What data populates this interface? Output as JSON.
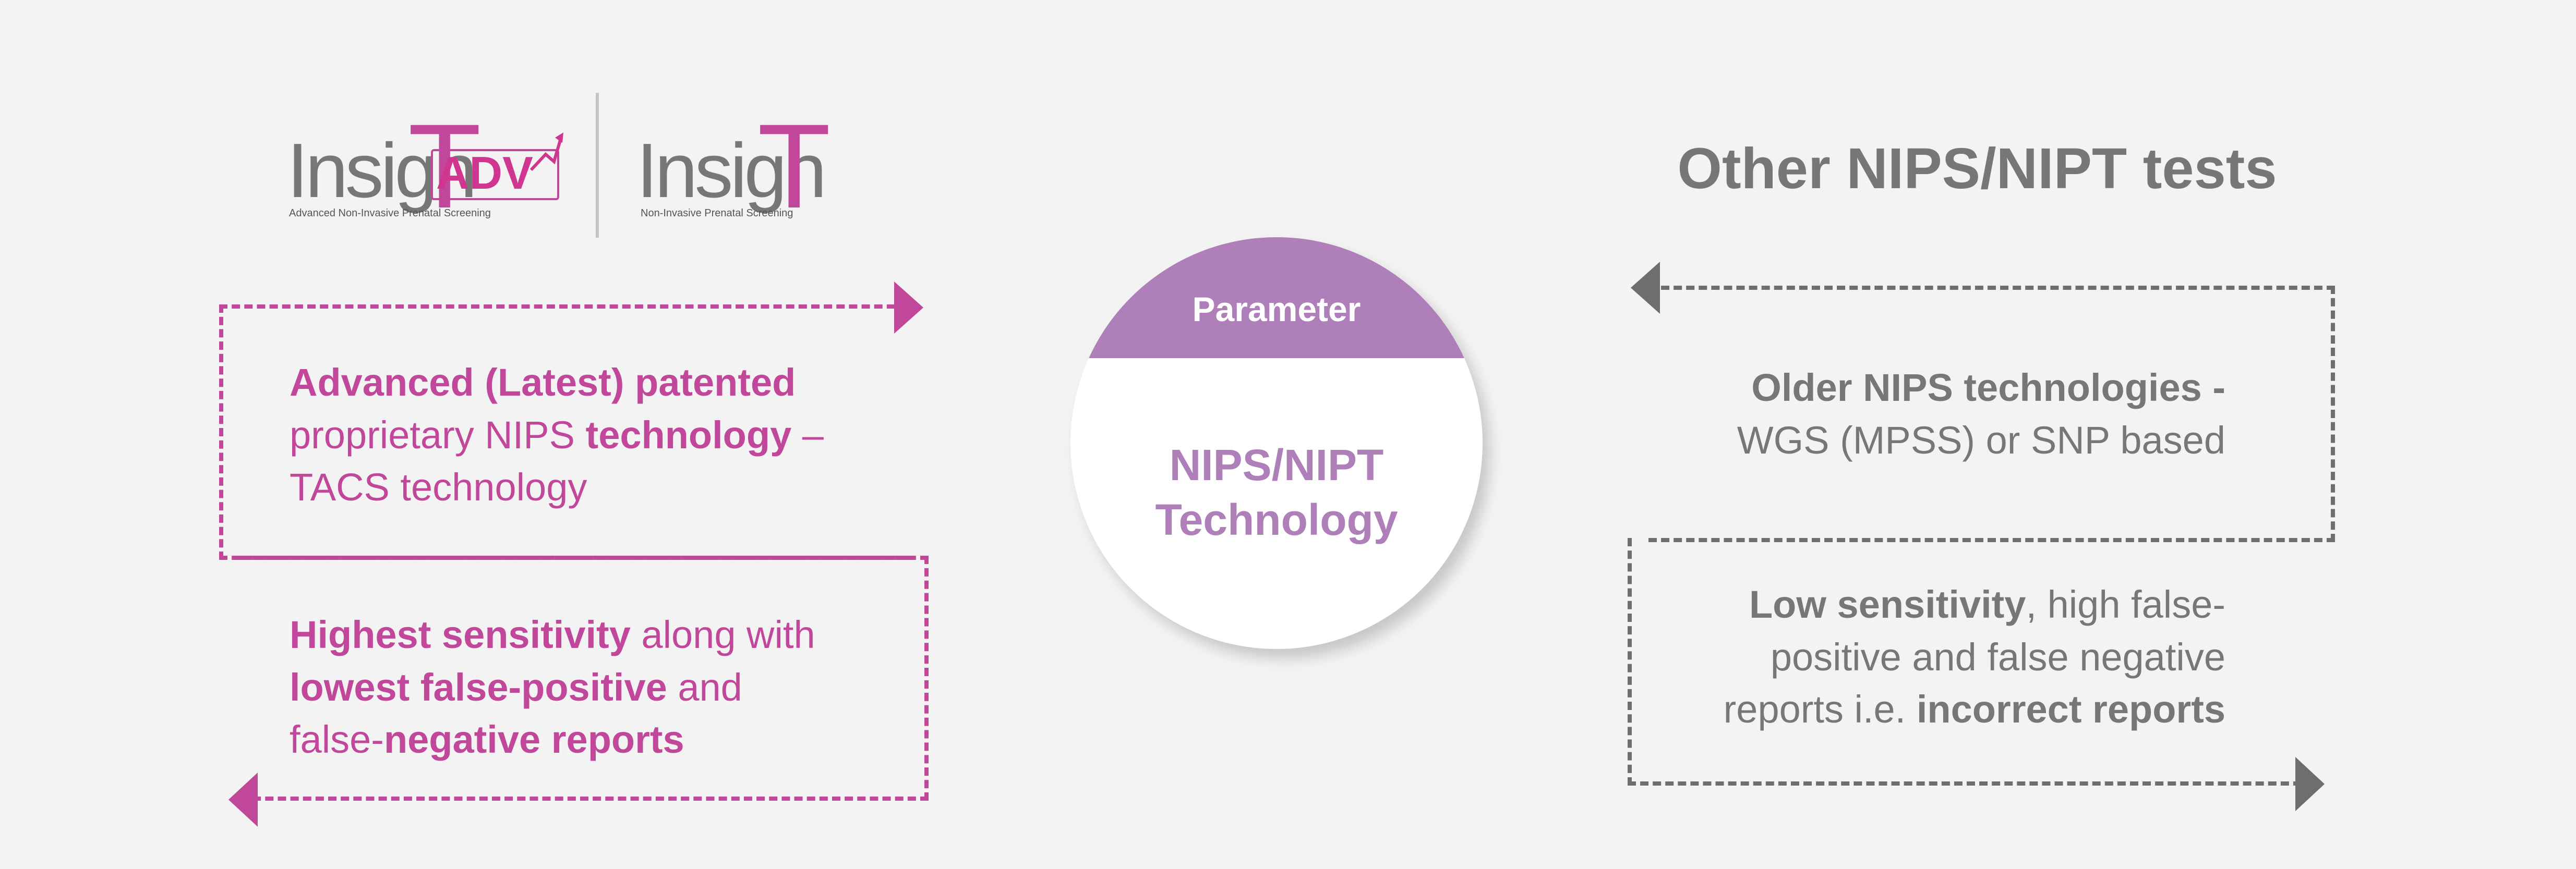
{
  "logos": {
    "advanced": {
      "word": "Insigh",
      "letter": "T",
      "badge": "ADV",
      "tagline": "Advanced Non-Invasive Prenatal Screening"
    },
    "standard": {
      "word": "Insigh",
      "letter": "T",
      "tagline": "Non-Invasive Prenatal Screening"
    }
  },
  "right_heading": "Other NIPS/NIPT tests",
  "center": {
    "cap_label": "Parameter",
    "body_line1": "NIPS/NIPT",
    "body_line2": "Technology"
  },
  "left_column": {
    "block1": {
      "l1_bold": "Advanced (Latest) patented",
      "l2_plain": "proprietary NIPS ",
      "l2_bold": "technology",
      "l2_tail": " –",
      "l3_plain": "TACS technology"
    },
    "block2": {
      "l1_bold": "Highest sensitivity",
      "l1_plain": " along with",
      "l2_bold": "lowest false-positive",
      "l2_plain": " and",
      "l3_plain": "false-",
      "l3_bold": "negative reports"
    }
  },
  "right_column": {
    "block1": {
      "l1_bold": "Older NIPS technologies -",
      "l2_plain": "WGS (MPSS) or SNP based"
    },
    "block2": {
      "l1_bold": "Low sensitivity",
      "l1_plain": ", high false-",
      "l2_plain": "positive and false negative",
      "l3_plain": "reports i.e. ",
      "l3_bold": "incorrect reports"
    }
  },
  "colors": {
    "background": "#f3f3f3",
    "pink_accent": "#c0479a",
    "purple_accent": "#ae7fb8",
    "gray_text": "#777777",
    "gray_line": "#6e6e6e"
  }
}
